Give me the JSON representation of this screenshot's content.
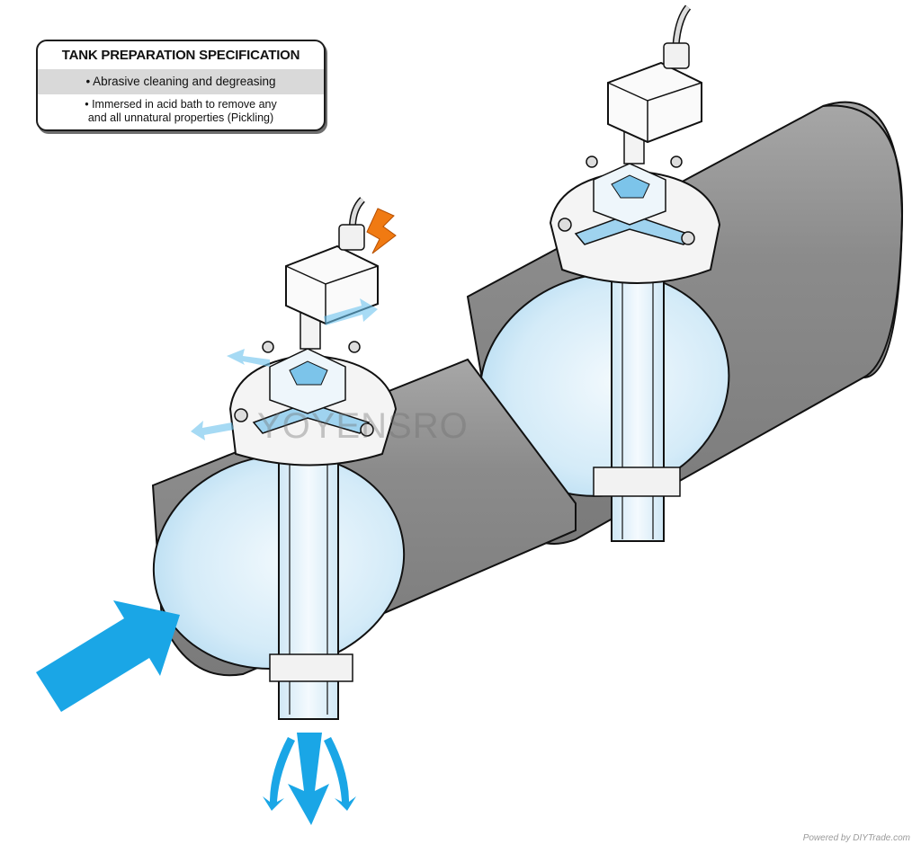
{
  "spec": {
    "title": "TANK PREPARATION SPECIFICATION",
    "items": [
      "• Abrasive cleaning and degreasing",
      "• Immersed in acid bath to remove any\nand all unnatural properties (Pickling)"
    ]
  },
  "watermark": "YOYENSRO",
  "footer": "Powered by DIYTrade.com",
  "colors": {
    "pipe_dark": "#8a8a8a",
    "pipe_light": "#bdbdbd",
    "pipe_inner": "#d6ecf8",
    "flow_arrow": "#1aa6e6",
    "spark": "#f07a12",
    "outline": "#111111"
  },
  "icons": [
    "flow-in-arrow-icon",
    "flow-out-arrow-icon",
    "electric-spark-icon",
    "exhaust-arrow-icon"
  ]
}
